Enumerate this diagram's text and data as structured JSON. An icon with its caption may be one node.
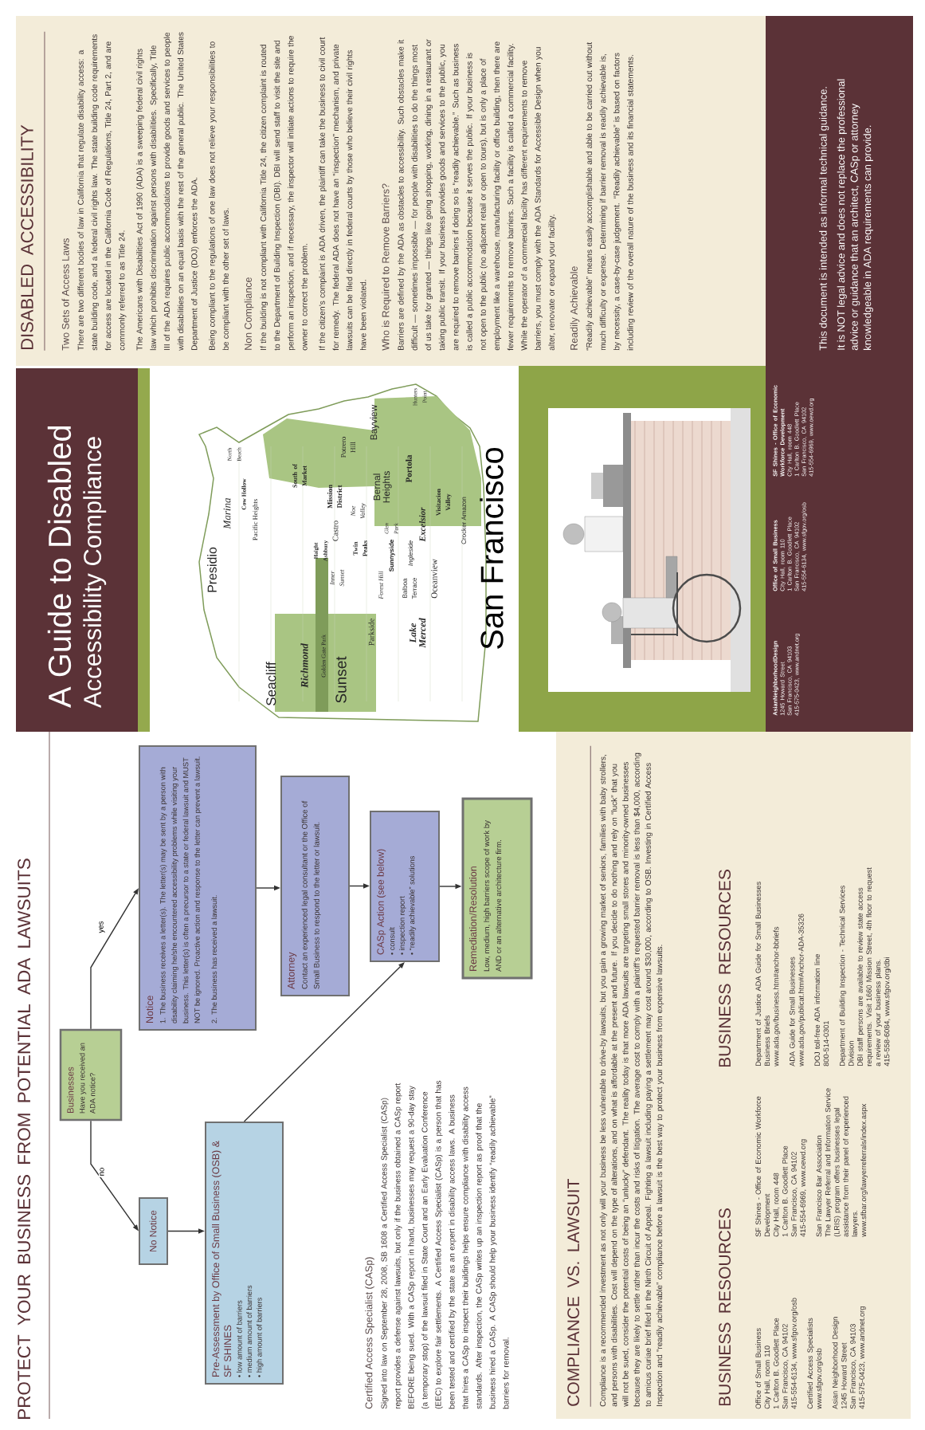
{
  "diagram": {
    "nodes": [
      {
        "text": [
          "Businesses",
          "Have you received an ADA notice?"
        ]
      },
      {
        "text": [
          "Notice",
          "1. The business receives a letter(s). The letter(s) may be sent by a person with disability claiming he/she encountered accessibility problems while visiting your business. This letter(s) is often a precursor to a state or federal lawsuit and MUST NOT be ignored. Proactive action and response to the letter can prevent a lawsuit.",
          "2. The business has received a lawsuit."
        ]
      },
      {
        "text": [
          "No Notice"
        ]
      },
      {
        "text": [
          "Pre-Assessment by Office of Small Business (OSB) & SF SHINES",
          "• low amount of barriers",
          "• medium amount of barriers",
          "• high amount of barriers"
        ]
      },
      {
        "text": [
          "Attorney",
          "Contact an experienced legal consultant or the Office of Small Business to respond to the letter or lawsuit."
        ]
      },
      {
        "text": [
          "CASp Action (see below)",
          "• consult",
          "• inspection report",
          "• “readily achievable” solutions"
        ]
      },
      {
        "text": [
          "Remediation/Resolution",
          "Low, medium, high barriers scope of work by AND or an alternative architecture firm."
        ]
      },
      {
        "text": [
          "DISABLED ACCESSIBILITY",
          "Two Sets of Access Laws",
          "There are two different bodies of law in California that regulate disability access: a state building code, and a federal civil rights law. The state building code requirements for access are located in the California Code of Regulations, Title 24, Part 2, and are commonly referred to as Title 24.",
          "The Americans with Disabilities Act of 1990 (ADA) is a sweeping federal civil rights law which prohibits discrimination against persons with disabilities. Specifically, Title III of the ADA requires public accommodations to provide goods and services to people with disabilities on an equal basis with the rest of the general public. The United States Department of Justice (DOJ) enforces the ADA.",
          "Being compliant to the regulations of one law does not relieve your responsibilities to be compliant with the other set of laws.",
          "Non Compliance",
          "If the building is not compliant with California Title 24, the citizen complaint is routed to the Department of Building Inspection (DBI). DBI will send staff to visit the site and perform an inspection, and if necessary, the inspector will initiate actions to require the owner to correct the problem.",
          "If the citizen’s complaint is ADA driven, the plaintiff can take the business to civil court for remedy. The federal ADA does not have an “inspection” mechanism, and private lawsuits can be filed directly in federal courts by those who believe their civil rights have been violated.",
          "Who is Required to Remove Barriers?",
          "Barriers are defined by the ADA as obstacles to accessibility. Such obstacles make it difficult — sometimes impossible — for people with disabilities to do the things most of us take for granted — things like going shopping, working, dining in a restaurant or taking public transit. If your business provides goods and services to the public, you are required to remove barriers if doing so is “readily achievable.” Such as business is called a public accommodation because it serves the public. If your business is not open to the public (no adjacent retail or open to tours), but is only a place of employment like a warehouse, manufacturing facility or office building, then there are fewer requirements to remove barriers. Such a facility is called a commercial facility. While the operator of a commercial facility has different requirements to remove barriers, you must comply with the ADA Standards for Accessible Design when you alter, renovate or expand your facility.",
          "Readily Achievable",
          "“Readily achievable” means easily accomplishable and able to be carried out without much difficulty or expense. Determining if barrier removal is readily achievable is, by necessity, a case-by-case judgement. “Readily achievable” is based on factors including review of the overall nature of the business and its financial statements."
        ]
      },
      {
        "text": [
          "A Guide to Disabled",
          "Accessibility Compliance"
        ]
      },
      {
        "text": [
          "This document is intended as informal technical guidance.",
          "It is NOT legal advice and does not replace the professional advice or guidance that an architect, CASp or attorney knowledgeable in ADA requirements can provide.",
          "AsianNeighborhoodDesign",
          "1245 Howard Street",
          "San Francisco, CA 94103",
          "415-575-0423, www.andnet.org",
          "Office of Small Business",
          "City Hall, room 110",
          "1 Carlton B. Goodlett Place",
          "San Francisco, CA 94102",
          "415-554-6134, www.sfgov.org/osb",
          "SF Shines - Office of Economic Workforce Development",
          "City Hall, room 448",
          "1 Carlton B. Goodlett Place",
          "San Francisco, CA 94102",
          "415-554-6969, www.oewd.org"
        ]
      },
      {
        "text": [
          "COMPLIANCE VS. LAWSUIT",
          "Compliance is a recommended investment as not only will your business be less vulnerable to drive-by lawsuits, but you gain a growing market of seniors, families with baby strollers, and persons with disabilities. Cost will depend on the type of alterations, and on what is affordable at the present and future. If you decide to do nothing and rely on “luck” that you will not be sued, consider the potential costs of being an “unlucky” defendant. The reality today is that more ADA lawsuits are targeting small stores and minority-owned businesses because they are likely to settle rather than incur the costs and risks of litigation. The average cost to comply with a plaintiff’s requested barrier removal is less than $4,000, according to amicus curiae brief filed in the Ninth Circuit of Appeal. Fighting a lawsuit including paying a settlement may cost around $30,000, according to OSB. Investing in Certified Access Inspection and “readily achievable” compliance before a lawsuit is the best way to protect your business from expensive lawsuits.",
          "BUSINESS RESOURCES",
          "Office of Small Business",
          "City Hall, room 110",
          "1 Carlton B. Goodlett Place",
          "San Francisco, CA 94102",
          "415-554-6134, www.sfgov.org/osb",
          "Certified Access Specialists",
          "www.sfgov.org/osb",
          "Asian Neighborhood Design",
          "1245 Howard Street",
          "San Francisco, CA 94103",
          "415-575-0423, www.andnet.org",
          "SF Shines - Office of Economic Workforce Development",
          "City Hall, room 448",
          "1 Carlton B. Goodlett Place",
          "San Francisco, CA 94102",
          "415-554-6969, www.oewd.org",
          "San Francisco Bar Association",
          "The Lawyer Referral and Information Service (LRIS) program offers businesses legal assistance from their panel of experienced lawyers.",
          "www.sfbar.org/lawyerreferrals/index.aspx",
          "BUSINESS RESOURCES",
          "Department of Justice ADA Guide for Small Businesses",
          "Business Briefs",
          "www.ada.gov/business.htm#anchor-bbriefs",
          "ADA Guide for Small Businesses",
          "www.ada.gov/publicat.htm#Anchor-ADA-35326",
          "DOJ toll-free ADA information line",
          "800-514-0301",
          "Department of Building Inspection - Technical Services Division",
          "DBI staff persons are available to review state access requirements. Visit 1660 Mission Street, 4th floor to request a review of your business plans.",
          "415-558-6084, www.sfgov.org/dbi"
        ]
      }
    ],
    "edges": [
      {
        "from": 0,
        "to": 1,
        "arrow": "to",
        "label": "yes"
      },
      {
        "from": 0,
        "to": 2,
        "arrow": "to",
        "label": "no"
      },
      {
        "from": 2,
        "to": 3,
        "arrow": "to"
      },
      {
        "from": 1,
        "to": 4,
        "arrow": "to"
      },
      {
        "from": 4,
        "to": 5,
        "arrow": "to"
      },
      {
        "from": 3,
        "to": 5,
        "arrow": "to"
      },
      {
        "from": 5,
        "to": 6,
        "arrow": "to"
      }
    ],
    "labels": [
      "PROTECT YOUR BUSINESS FROM POTENTIAL ADA LAWSUITS",
      "Certified Access Specialist (CASp)",
      "Signed into law on September 28, 2008, SB 1608 a Certified Access Specialist (CASp) report provides a defense against lawsuits, but only if the business obtained a CASp report BEFORE being sued. With a CASp report in hand, businesses may request a 90-day stay (a temporary stop) of the lawsuit filed in State Court and an Early Evaluation Conference (EEC) to explore fair settlements. A Certified Access Specialist (CASp) is a person that has been tested and certified by the state as an expert in disability access laws. A business that hires a CASp to inspect their buildings helps ensure compliance with disability access standards. After inspection, the CASp writes up an inspection report as proof that the business hired a CASp. A CASp should help your business identify “readily achievable” barriers for removal.",
      "San Francisco",
      "Seacliff",
      "Presidio",
      "Marina",
      "Richmond",
      "Golden Gate Park",
      "Sunset",
      "Cow Hollow",
      "Pacific Heights",
      "Haight Ashbury",
      "Inner Sunset",
      "Twin Peaks",
      "Castro",
      "Noe Valley",
      "Forest Hill",
      "Mission District",
      "South of Market",
      "Potrero Hill",
      "North Beach",
      "Bernal Heights",
      "Glen Park",
      "Sunnyside",
      "Balboa Terrace",
      "Parkside",
      "Lake Merced",
      "Ingleside",
      "Oceanview",
      "Excelsior",
      "Visitacion Valley",
      "Crocker Amazon",
      "Portola",
      "Bayview",
      "Hunters Point"
    ]
  }
}
